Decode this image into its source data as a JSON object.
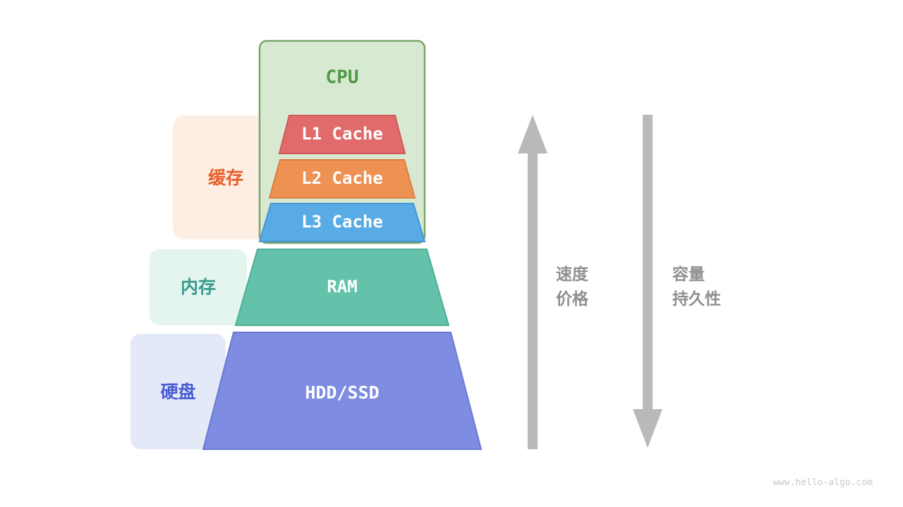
{
  "diagram": {
    "title_implicit": "memory-hierarchy",
    "cpu": {
      "label": "CPU",
      "bg": "#d8e9d1",
      "border": "#7aa669",
      "text_color": "#4f9a47"
    },
    "levels": [
      {
        "id": "l1",
        "label": "L1 Cache",
        "fill": "#e16b6b",
        "stroke": "#cf5858"
      },
      {
        "id": "l2",
        "label": "L2 Cache",
        "fill": "#ee9254",
        "stroke": "#dd7e40"
      },
      {
        "id": "l3",
        "label": "L3 Cache",
        "fill": "#58abe5",
        "stroke": "#4795d3"
      },
      {
        "id": "ram",
        "label": "RAM",
        "fill": "#63c2a9",
        "stroke": "#4fae94"
      },
      {
        "id": "hdd",
        "label": "HDD/SSD",
        "fill": "#7e8ce1",
        "stroke": "#6b79d2"
      }
    ],
    "side_labels": [
      {
        "id": "cache",
        "label": "缓存",
        "bg": "#fdeee4",
        "text_color": "#e85f2a"
      },
      {
        "id": "memory",
        "label": "内存",
        "bg": "#e3f5ee",
        "text_color": "#389c8d"
      },
      {
        "id": "disk",
        "label": "硬盘",
        "bg": "#e4e9f8",
        "text_color": "#4a5ed6"
      }
    ],
    "arrows": {
      "color": "#b9b9b9",
      "up": {
        "lines": [
          "速度",
          "价格"
        ]
      },
      "down": {
        "lines": [
          "容量",
          "持久性"
        ]
      }
    },
    "watermark": "www.hello-algo.com"
  }
}
